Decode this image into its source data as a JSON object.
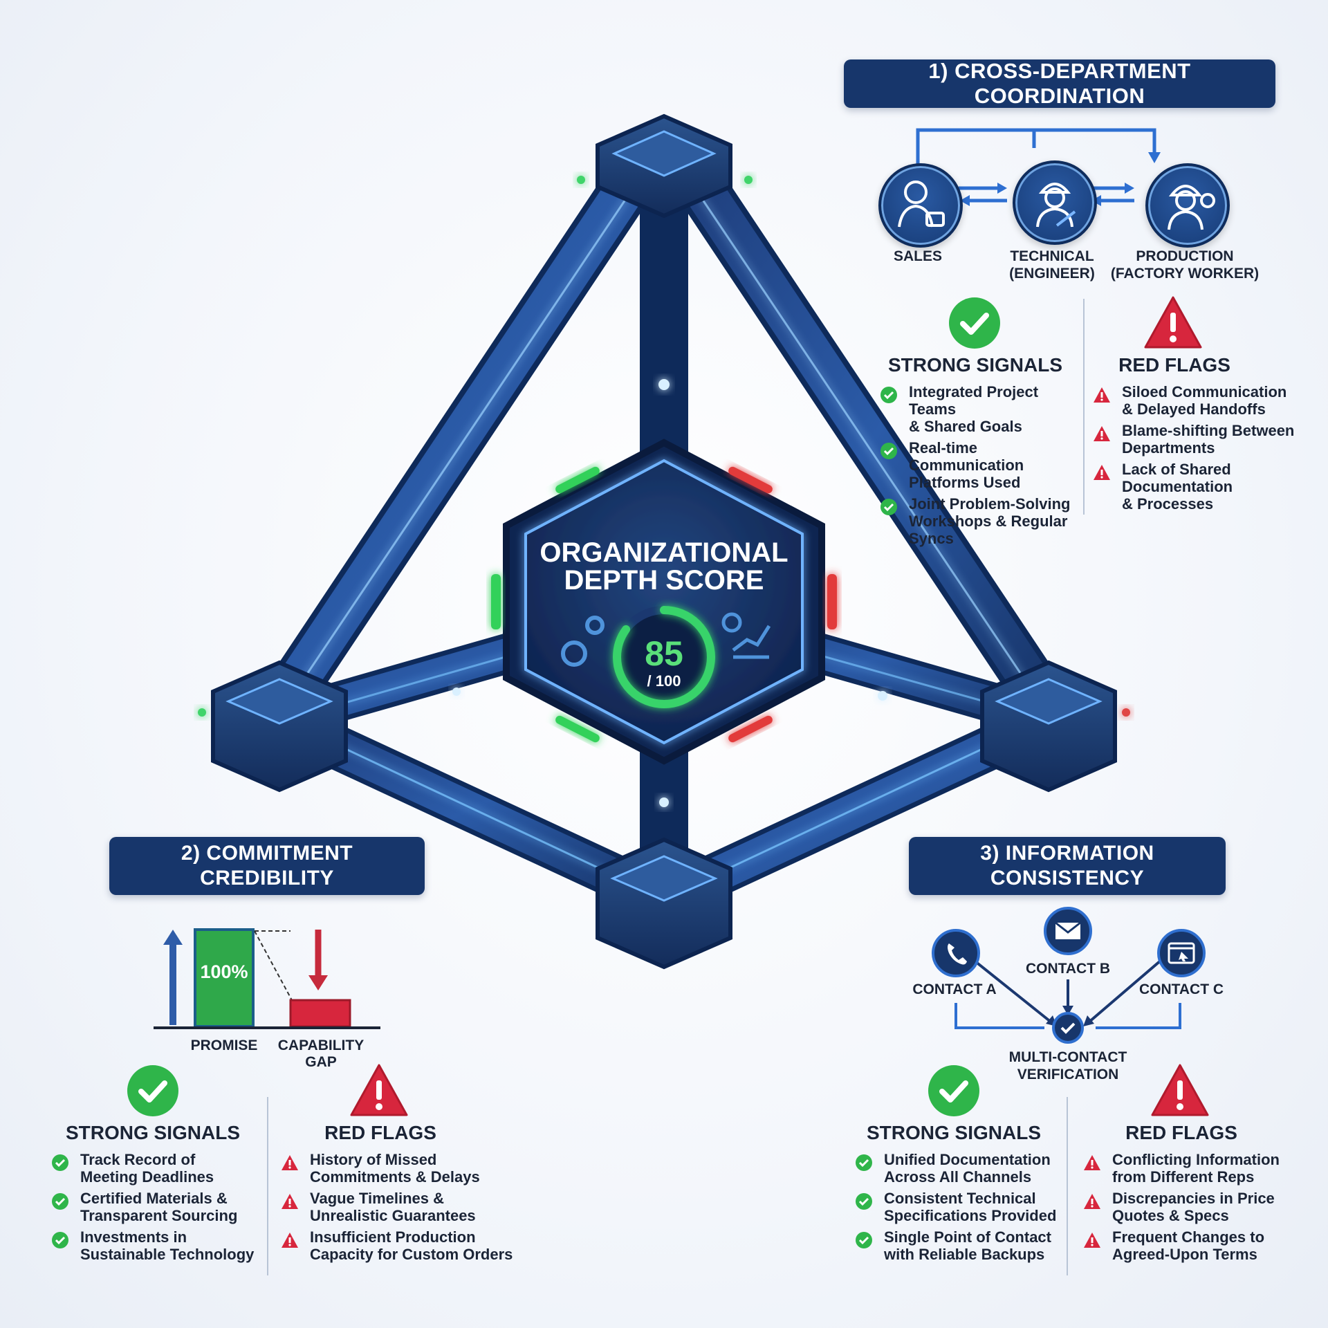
{
  "center": {
    "title_line1": "ORGANIZATIONAL",
    "title_line2": "DEPTH SCORE",
    "score": "85",
    "score_max": "/ 100",
    "score_fraction": 0.85
  },
  "section1": {
    "title": "1) CROSS-DEPARTMENT COORDINATION",
    "roles": [
      {
        "line1": "SALES",
        "line2": "",
        "icon": "salesperson-icon"
      },
      {
        "line1": "TECHNICAL",
        "line2": "(ENGINEER)",
        "icon": "engineer-icon"
      },
      {
        "line1": "PRODUCTION",
        "line2": "(FACTORY WORKER)",
        "icon": "factory-worker-icon"
      }
    ],
    "strong_heading": "STRONG SIGNALS",
    "strong": [
      {
        "line1": "Integrated Project Teams",
        "line2": "& Shared Goals",
        "line3": ""
      },
      {
        "line1": "Real-time Communication",
        "line2": "Platforms Used",
        "line3": ""
      },
      {
        "line1": "Joint Problem-Solving",
        "line2": "Workshops & Regular",
        "line3": "Syncs"
      }
    ],
    "red_heading": "RED FLAGS",
    "red": [
      {
        "line1": "Siloed Communication",
        "line2": "& Delayed Handoffs",
        "line3": ""
      },
      {
        "line1": "Blame-shifting Between",
        "line2": "Departments",
        "line3": ""
      },
      {
        "line1": "Lack of Shared",
        "line2": "Documentation",
        "line3": "& Processes"
      }
    ]
  },
  "section2": {
    "title_line1": "2) COMMITMENT",
    "title_line2": "CREDIBILITY",
    "chart": {
      "promise_value": "100%",
      "promise_label": "PROMISE",
      "gap_label_line1": "CAPABILITY",
      "gap_label_line2": "GAP"
    },
    "strong_heading": "STRONG SIGNALS",
    "strong": [
      {
        "line1": "Track Record of",
        "line2": "Meeting Deadlines"
      },
      {
        "line1": "Certified Materials &",
        "line2": "Transparent Sourcing"
      },
      {
        "line1": "Investments in",
        "line2": "Sustainable Technology"
      }
    ],
    "red_heading": "RED FLAGS",
    "red": [
      {
        "line1": "History of Missed",
        "line2": "Commitments & Delays"
      },
      {
        "line1": "Vague Timelines &",
        "line2": "Unrealistic Guarantees"
      },
      {
        "line1": "Insufficient Production",
        "line2": "Capacity for Custom Orders"
      }
    ]
  },
  "section3": {
    "title_line1": "3) INFORMATION",
    "title_line2": "CONSISTENCY",
    "contacts": [
      {
        "label": "CONTACT A",
        "icon": "phone-icon"
      },
      {
        "label": "CONTACT B",
        "icon": "envelope-icon"
      },
      {
        "label": "CONTACT C",
        "icon": "web-browser-icon"
      }
    ],
    "verification_line1": "MULTI-CONTACT",
    "verification_line2": "VERIFICATION",
    "strong_heading": "STRONG SIGNALS",
    "strong": [
      {
        "line1": "Unified Documentation",
        "line2": "Across All Channels"
      },
      {
        "line1": "Consistent Technical",
        "line2": "Specifications Provided"
      },
      {
        "line1": "Single Point of Contact",
        "line2": "with Reliable Backups"
      }
    ],
    "red_heading": "RED FLAGS",
    "red": [
      {
        "line1": "Conflicting Information",
        "line2": "from Different Reps"
      },
      {
        "line1": "Discrepancies in Price",
        "line2": "Quotes & Specs"
      },
      {
        "line1": "Frequent Changes to",
        "line2": "Agreed-Upon Terms"
      }
    ]
  },
  "colors": {
    "navy": "#17366b",
    "node_blue": "#1d3f7c",
    "glow_blue": "#5fb4ff",
    "signal_green": "#2fb54a",
    "flag_red": "#d7263d"
  }
}
